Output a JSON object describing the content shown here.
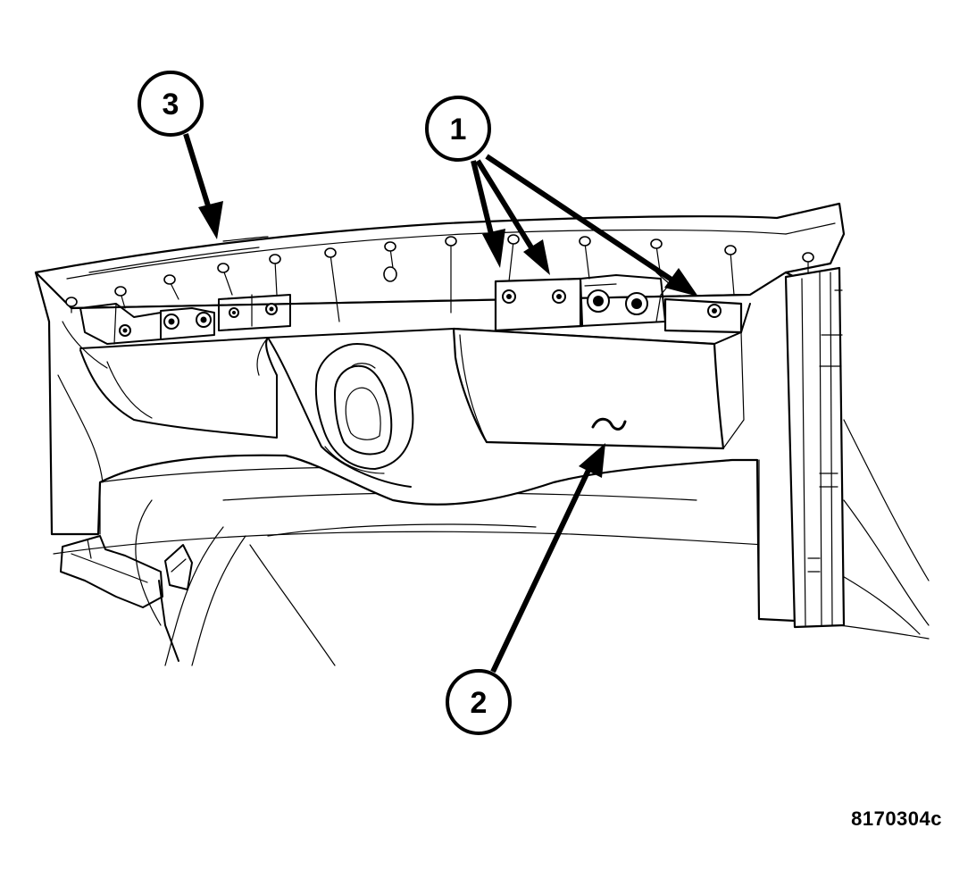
{
  "callouts": {
    "one": "1",
    "two": "2",
    "three": "3"
  },
  "figure_code": "8170304c"
}
